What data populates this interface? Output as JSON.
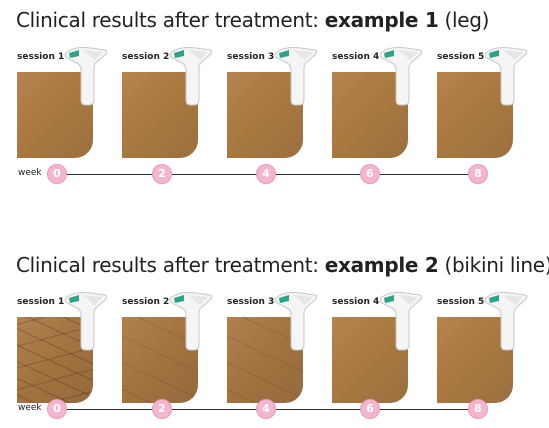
{
  "examples": [
    {
      "title_prefix": "Clinical results after treatment: ",
      "title_bold": "example 1",
      "title_suffix": " (leg)",
      "sessions": [
        "session 1",
        "session 2",
        "session 3",
        "session 4",
        "session 5"
      ],
      "week_label": "week",
      "weeks": [
        "0",
        "2",
        "4",
        "6",
        "8"
      ]
    },
    {
      "title_prefix": "Clinical results after treatment: ",
      "title_bold": "example 2",
      "title_suffix": " (bikini line)",
      "sessions": [
        "session 1",
        "session 2",
        "session 3",
        "session 4",
        "session 5"
      ],
      "week_label": "week",
      "weeks": [
        "0",
        "2",
        "4",
        "6",
        "8"
      ]
    }
  ]
}
